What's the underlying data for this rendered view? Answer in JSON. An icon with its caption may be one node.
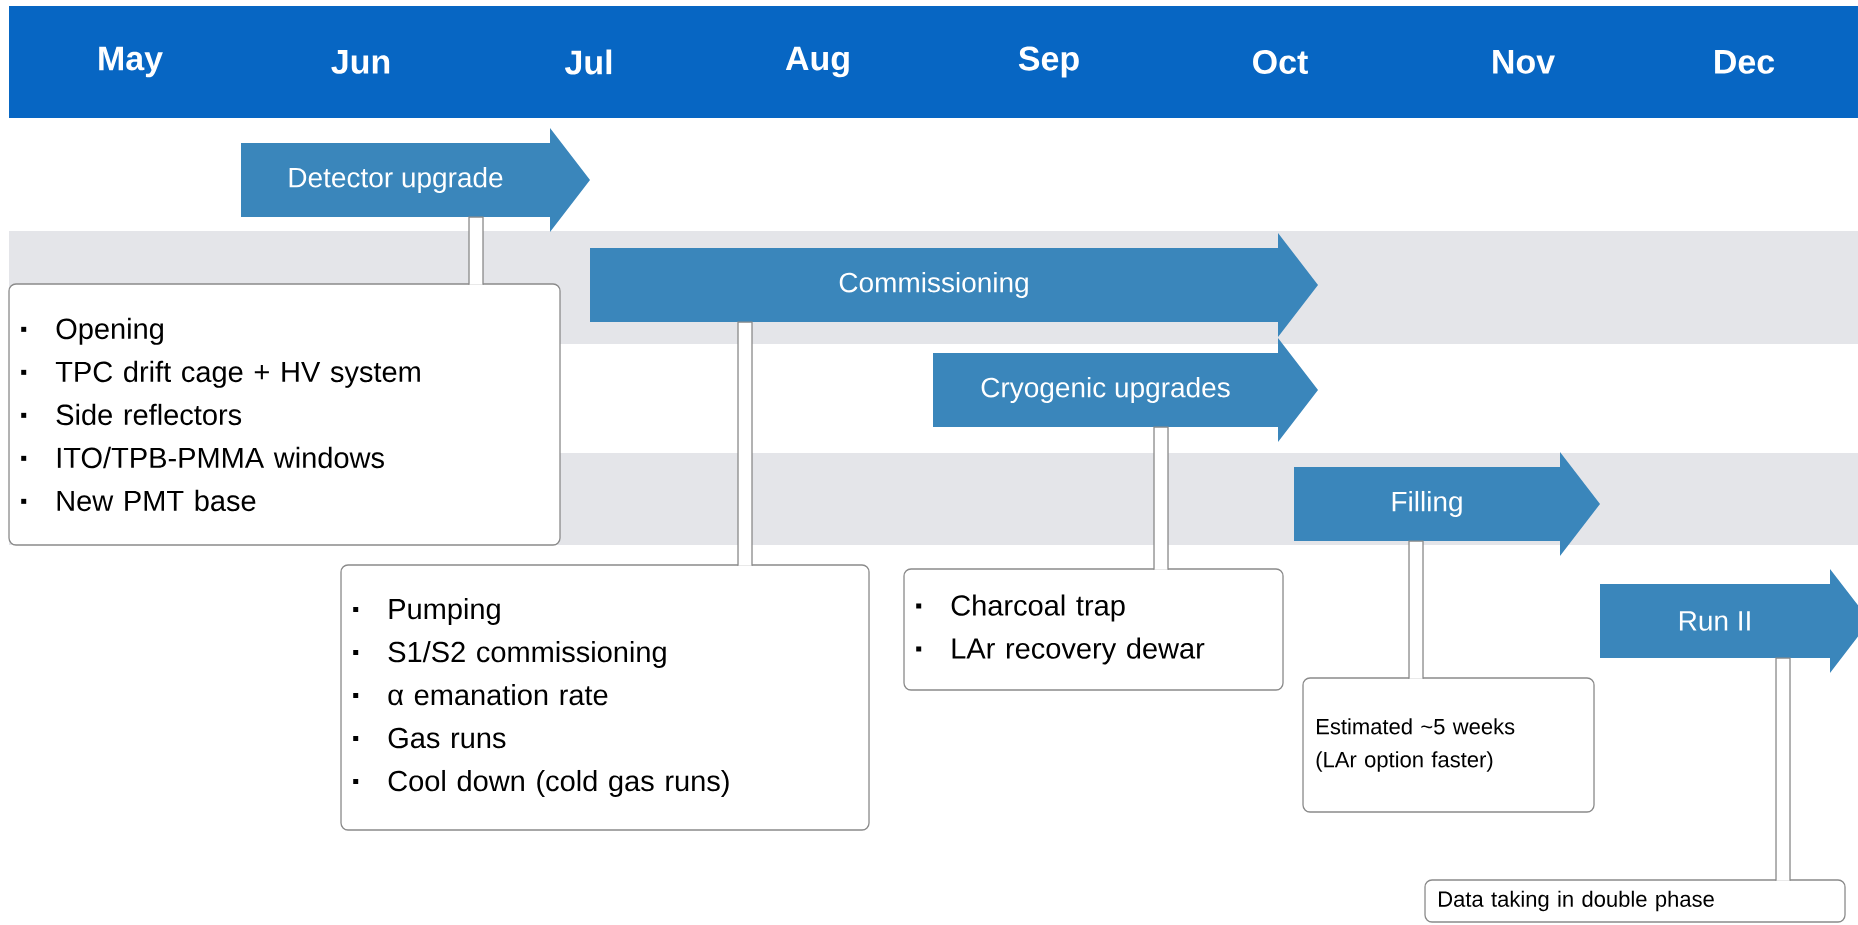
{
  "diagram": {
    "nodes": [
      {
        "text": [
          "Detector upgrade"
        ]
      },
      {
        "text": [
          "Commissioning"
        ]
      },
      {
        "text": [
          "Cryogenic upgrades"
        ]
      },
      {
        "text": [
          "Filling"
        ]
      },
      {
        "text": [
          "Run II"
        ]
      },
      {
        "text": [
          "Opening",
          "TPC drift cage + HV system",
          "Side reflectors",
          "ITO/TPB-PMMA windows",
          "New PMT base"
        ]
      },
      {
        "text": [
          "Pumping",
          "S1/S2 commissioning",
          "α emanation rate",
          "Gas runs",
          "Cool down (cold gas runs)"
        ]
      },
      {
        "text": [
          "Charcoal trap",
          "LAr recovery dewar"
        ]
      },
      {
        "text": [
          "Estimated ~5 weeks (LAr option faster)"
        ]
      },
      {
        "text": [
          "Data taking in double phase"
        ]
      }
    ],
    "edges": [
      {
        "from": 5,
        "to": 0,
        "arrow": "none"
      },
      {
        "from": 6,
        "to": 1,
        "arrow": "none"
      },
      {
        "from": 7,
        "to": 2,
        "arrow": "none"
      },
      {
        "from": 8,
        "to": 3,
        "arrow": "none"
      },
      {
        "from": 9,
        "to": 4,
        "arrow": "none"
      }
    ],
    "labels": [
      "May",
      "Jun",
      "Jul",
      "Aug",
      "Sep",
      "Oct",
      "Nov",
      "Dec"
    ]
  }
}
